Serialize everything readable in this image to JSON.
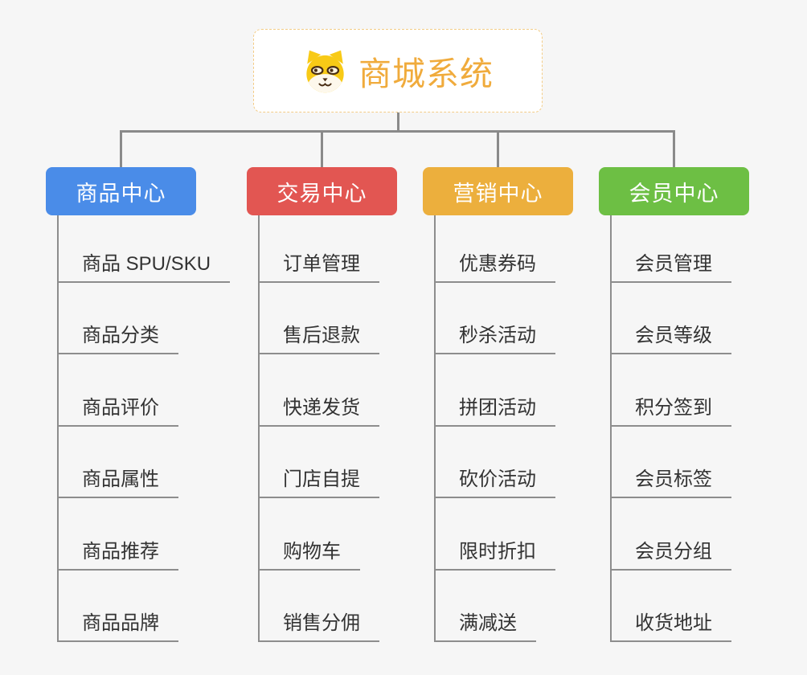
{
  "root_node": {
    "title": "商城系统",
    "icon": "dog-face-icon",
    "text_color": "#f0ab3c",
    "border_color": "#f3cc86",
    "background": "#ffffff"
  },
  "canvas": {
    "background": "#f6f6f6",
    "connector_color": "#8a8a8a"
  },
  "branches": [
    {
      "label": "商品中心",
      "color": "#4a8ce8",
      "items": [
        "商品 SPU/SKU",
        "商品分类",
        "商品评价",
        "商品属性",
        "商品推荐",
        "商品品牌"
      ]
    },
    {
      "label": "交易中心",
      "color": "#e25652",
      "items": [
        "订单管理",
        "售后退款",
        "快递发货",
        "门店自提",
        "购物车",
        "销售分佣"
      ]
    },
    {
      "label": "营销中心",
      "color": "#ecaf3d",
      "items": [
        "优惠券码",
        "秒杀活动",
        "拼团活动",
        "砍价活动",
        "限时折扣",
        "满减送"
      ]
    },
    {
      "label": "会员中心",
      "color": "#6dbf44",
      "items": [
        "会员管理",
        "会员等级",
        "积分签到",
        "会员标签",
        "会员分组",
        "收货地址"
      ]
    }
  ]
}
